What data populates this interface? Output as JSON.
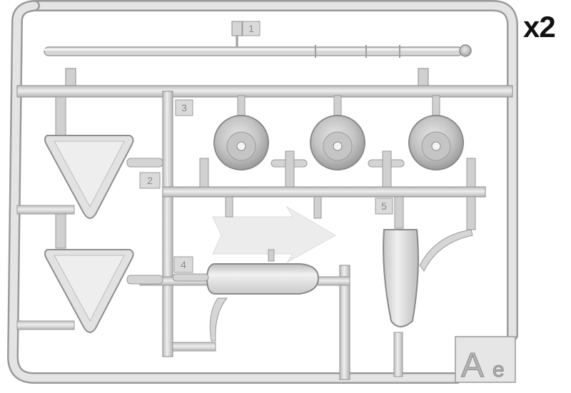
{
  "multiplier": "x2",
  "sprue_letter": {
    "main": "A",
    "sub": "e"
  },
  "part_numbers": [
    "1",
    "2",
    "3",
    "4",
    "5"
  ],
  "colors": {
    "plastic": "#d8d8d8",
    "plastic_dark": "#a9a9a9",
    "plastic_light": "#ededed",
    "frame": "#cfcfcf"
  }
}
